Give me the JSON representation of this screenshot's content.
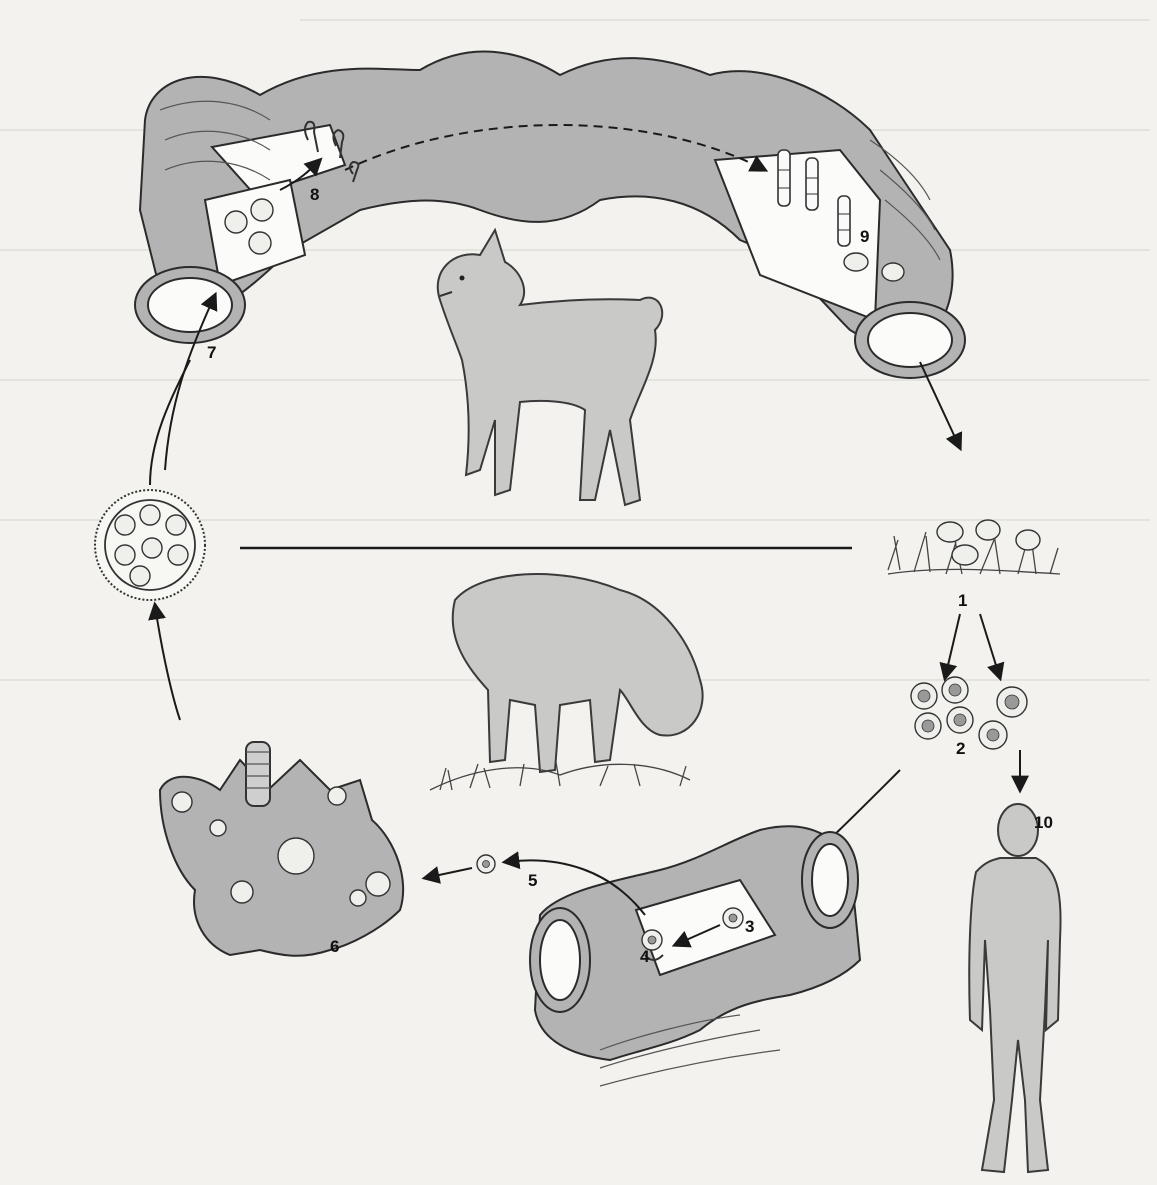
{
  "labels": {
    "l1": "1",
    "l2": "2",
    "l3": "3",
    "l4": "4",
    "l5": "5",
    "l6": "6",
    "l7": "7",
    "l8": "8",
    "l9": "9",
    "l10": "10"
  },
  "colors": {
    "background": "#f3f2ee",
    "tissue": "#b3b3b3",
    "ink": "#1a1a1a"
  },
  "icons": [
    "dog-illustration",
    "sheep-illustration",
    "human-illustration",
    "intestine-illustration",
    "liver-cyst-illustration",
    "hydatid-cyst-icon",
    "egg-icon"
  ]
}
